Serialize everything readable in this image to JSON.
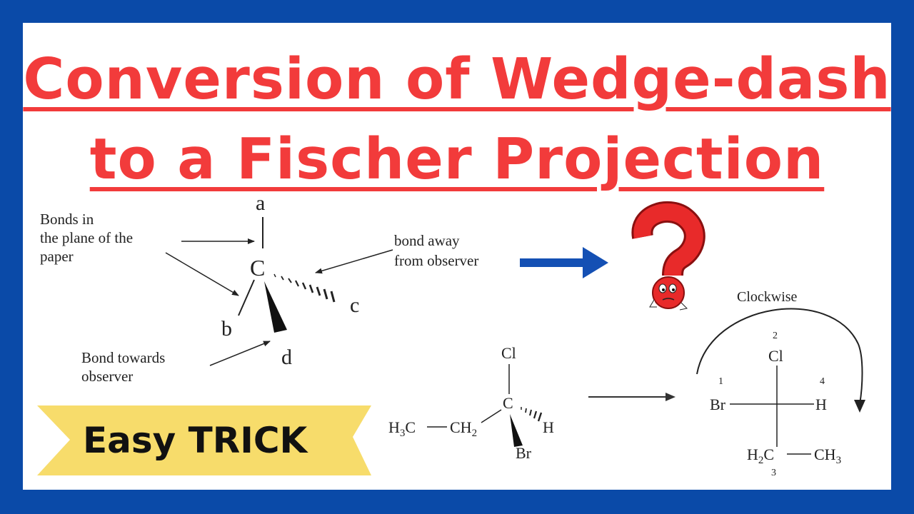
{
  "title": {
    "line1": "Conversion of Wedge-dash",
    "line2": "to a Fischer Projection"
  },
  "wedge_diagram": {
    "atom_a": "a",
    "atom_b": "b",
    "atom_c": "c",
    "atom_d": "d",
    "center": "C",
    "label_plane_1": "Bonds in",
    "label_plane_2": "the plane of the",
    "label_plane_3": "paper",
    "label_away_1": "bond away",
    "label_away_2": "from observer",
    "label_toward_1": "Bond towards",
    "label_toward_2": "observer"
  },
  "banner": {
    "text": "Easy TRICK"
  },
  "molecule": {
    "top": "Cl",
    "center": "C",
    "right": "H",
    "bottom": "Br",
    "left_ch3": "H",
    "left_ch3_sub": "3",
    "left_ch3_c": "C",
    "left_ch2": "CH",
    "left_ch2_sub": "2"
  },
  "fischer": {
    "rotation_label": "Clockwise",
    "top": "Cl",
    "top_num": "2",
    "left": "Br",
    "left_num": "1",
    "right": "H",
    "right_num": "4",
    "bottom_left": "H",
    "bottom_left_sub": "2",
    "bottom_left_c": "C",
    "bottom_right": "CH",
    "bottom_right_sub": "3",
    "bottom_num": "3"
  },
  "colors": {
    "background": "#0a4aa8",
    "title": "#f23b3b",
    "banner": "#f7dc6b",
    "arrow_blue": "#1450b4",
    "question_red": "#e82a2a"
  },
  "icons": [
    "question-mark-mascot-icon"
  ]
}
